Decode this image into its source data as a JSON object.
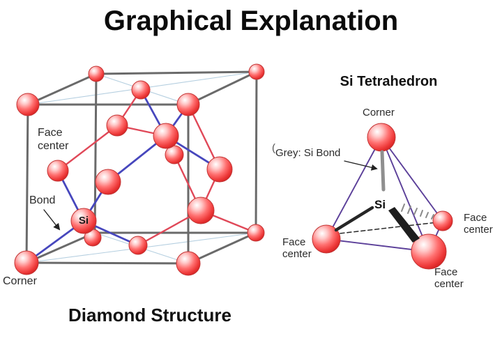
{
  "title": "Graphical Explanation",
  "colors": {
    "edge": "#6a6a6a",
    "diagonal": "#b5cfe0",
    "red_bond": "#e04858",
    "blue_bond": "#4747bd",
    "purple": "#5b3f99",
    "grey_bond": "#8f8f8f",
    "dark": "#262626",
    "sphere_outline": "#c23434",
    "arrow": "#222222"
  },
  "cube": {
    "caption": "Diamond Structure",
    "labels": {
      "face_center": "Face center",
      "bond": "Bond",
      "si": "Si",
      "corner": "Corner",
      "stray_mark": "("
    },
    "edges": [
      [
        40,
        150,
        270,
        150
      ],
      [
        40,
        150,
        38,
        377
      ],
      [
        38,
        377,
        270,
        378
      ],
      [
        270,
        150,
        270,
        378
      ],
      [
        138,
        106,
        368,
        103
      ],
      [
        138,
        106,
        136,
        334
      ],
      [
        136,
        334,
        367,
        334
      ],
      [
        368,
        103,
        367,
        334
      ],
      [
        40,
        150,
        138,
        106
      ],
      [
        270,
        150,
        368,
        103
      ],
      [
        38,
        377,
        136,
        334
      ],
      [
        270,
        378,
        367,
        334
      ]
    ],
    "diagonals": [
      [
        40,
        150,
        368,
        103
      ],
      [
        138,
        106,
        270,
        150
      ],
      [
        38,
        377,
        367,
        334
      ],
      [
        136,
        334,
        270,
        378
      ]
    ],
    "red_bonds": [
      [
        202,
        129,
        168,
        180
      ],
      [
        168,
        180,
        83,
        245
      ],
      [
        168,
        180,
        238,
        195
      ],
      [
        270,
        150,
        315,
        243
      ],
      [
        315,
        243,
        288,
        302
      ],
      [
        288,
        302,
        250,
        222
      ],
      [
        288,
        302,
        367,
        334
      ],
      [
        288,
        302,
        198,
        352
      ]
    ],
    "blue_bonds": [
      [
        202,
        129,
        238,
        195
      ],
      [
        270,
        150,
        238,
        195
      ],
      [
        238,
        195,
        155,
        261
      ],
      [
        238,
        195,
        315,
        243
      ],
      [
        155,
        261,
        120,
        317
      ],
      [
        120,
        317,
        83,
        245
      ],
      [
        120,
        317,
        38,
        377
      ],
      [
        120,
        317,
        198,
        352
      ]
    ],
    "spheres": [
      [
        138,
        106,
        11
      ],
      [
        368,
        103,
        11
      ],
      [
        133,
        341,
        12
      ],
      [
        367,
        334,
        12
      ],
      [
        202,
        129,
        13
      ],
      [
        250,
        222,
        13
      ],
      [
        198,
        352,
        13
      ],
      [
        168,
        180,
        15
      ],
      [
        83,
        245,
        15
      ],
      [
        40,
        150,
        16
      ],
      [
        270,
        150,
        16
      ],
      [
        315,
        243,
        18
      ],
      [
        238,
        195,
        18
      ],
      [
        155,
        261,
        18
      ],
      [
        288,
        302,
        19
      ],
      [
        120,
        317,
        18
      ],
      [
        38,
        377,
        17
      ],
      [
        270,
        378,
        17
      ]
    ],
    "bond_arrow": [
      63,
      301,
      85,
      329
    ]
  },
  "tetra": {
    "heading": "Si Tetrahedron",
    "labels": {
      "corner": "Corner",
      "grey_bond": "Grey: Si Bond",
      "si": "Si",
      "face_center_left": "Face center",
      "face_center_right": "Face center",
      "face_center_bottom": "Face center"
    },
    "purple_edges": [
      [
        547,
        197,
        468,
        343
      ],
      [
        547,
        197,
        615,
        361
      ],
      [
        547,
        197,
        635,
        317
      ],
      [
        468,
        343,
        615,
        361
      ],
      [
        615,
        361,
        635,
        317
      ]
    ],
    "dashed_edge": [
      478,
      336,
      627,
      319
    ],
    "spheres": [
      [
        635,
        317,
        14
      ],
      [
        468,
        343,
        20
      ],
      [
        547,
        197,
        20
      ],
      [
        615,
        361,
        25
      ]
    ],
    "grey_bond_line": [
      548,
      218,
      550,
      272
    ],
    "dark_bond_line": [
      534,
      298,
      482,
      330
    ],
    "wedge_points": "557,302 566,297 602,342 592,348",
    "hatch_strokes": [
      [
        580,
        293,
        576,
        303
      ],
      [
        589,
        296,
        585,
        306
      ],
      [
        598,
        299,
        594,
        308
      ],
      [
        606,
        302,
        603,
        310
      ],
      [
        614,
        305,
        611,
        312
      ],
      [
        622,
        308,
        619,
        314
      ]
    ],
    "label_arrow": [
      494,
      231,
      540,
      242
    ]
  }
}
